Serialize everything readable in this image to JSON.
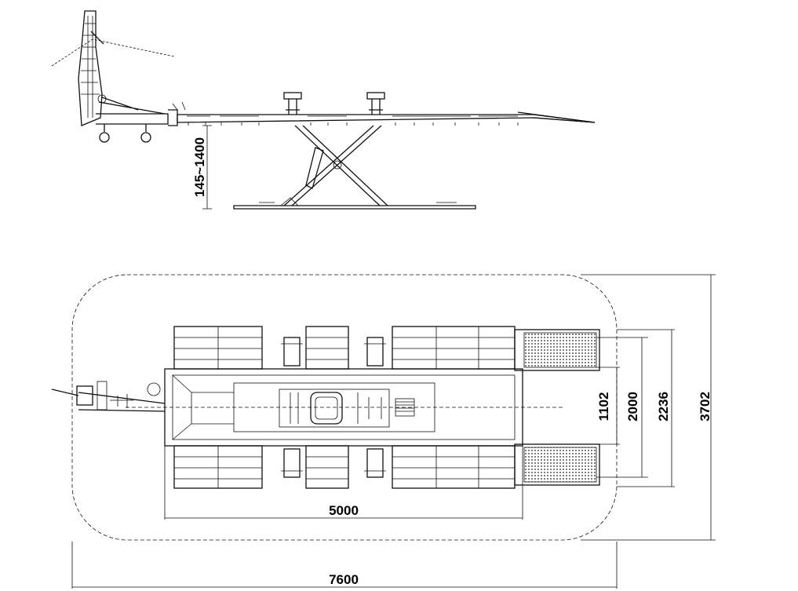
{
  "dimensions": {
    "lift_height": "145~1400",
    "inner_width": "1102",
    "track_width": "2000",
    "ramp_span": "2236",
    "overall_width": "3702",
    "platform_length": "5000",
    "overall_length": "7600"
  },
  "colors": {
    "line": "#111111",
    "background": "#ffffff"
  }
}
